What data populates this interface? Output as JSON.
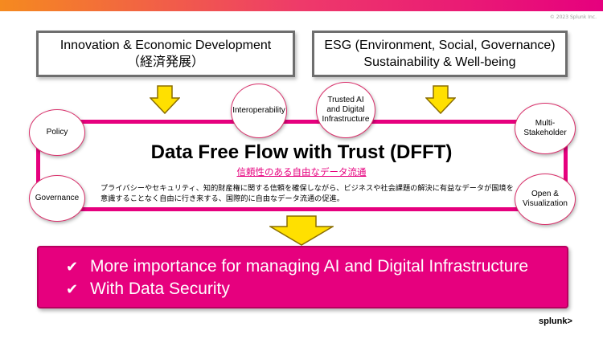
{
  "copyright": "© 2023 Splunk Inc.",
  "top_boxes": {
    "left": {
      "line1": "Innovation & Economic Development",
      "line2": "（経済発展）"
    },
    "right": {
      "line1": "ESG (Environment, Social, Governance)",
      "line2": "Sustainability & Well-being"
    }
  },
  "circles": {
    "policy": "Policy",
    "governance": "Governance",
    "interoperability": "Interoperability",
    "trusted_ai": "Trusted AI and Digital Infrastructure",
    "multi_stakeholder": "Multi-Stakeholder",
    "open_visualization": "Open & Visualization"
  },
  "center": {
    "title": "Data Free Flow with Trust (DFFT)",
    "subtitle": "信頼性のある自由なデータ流通",
    "description": "プライバシーやセキュリティ、知的財産権に関する信頼を確保しながら、ビジネスや社会課題の解決に有益なデータが国境を意識することなく自由に行き来する、国際的に自由なデータ流通の促進。"
  },
  "bottom": {
    "items": [
      "More importance for managing AI and Digital Infrastructure",
      "With Data Security"
    ]
  },
  "logo": "splunk>",
  "colors": {
    "accent": "#e6007e",
    "arrow_fill": "#ffe000",
    "arrow_stroke": "#8a6d00",
    "box_border": "#6e6e6e"
  },
  "icons": [
    "check-icon"
  ]
}
